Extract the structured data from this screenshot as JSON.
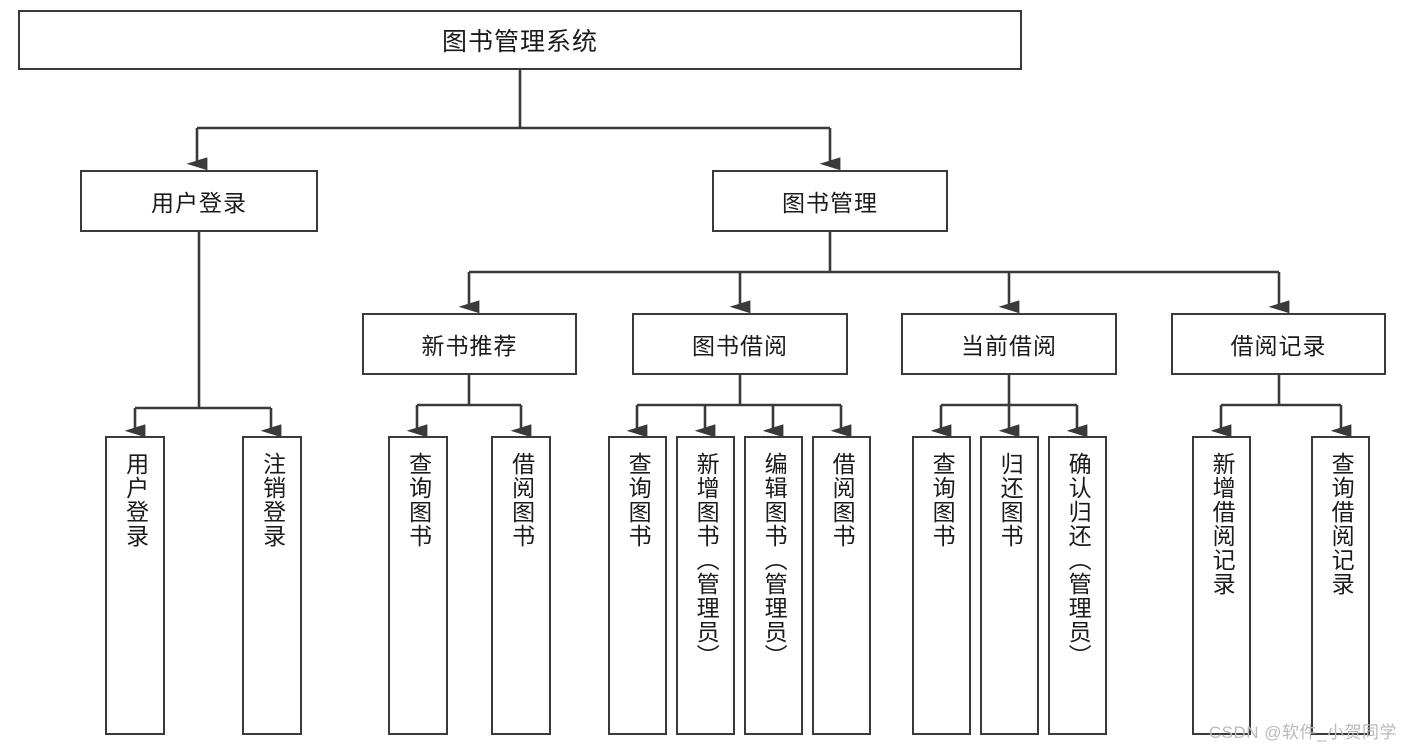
{
  "diagram": {
    "title": "图书管理系统",
    "type": "tree-hierarchy",
    "watermark": "CSDN @软件_小贺同学",
    "colors": {
      "box_border": "#3a3a3a",
      "box_fill": "#ffffff",
      "connector": "#3a3a3a",
      "text": "#1b1b1b",
      "watermark": "#b9b9b9"
    },
    "root": {
      "label": "图书管理系统"
    },
    "level2": [
      {
        "label": "用户登录"
      },
      {
        "label": "图书管理"
      }
    ],
    "level3": [
      {
        "label": "新书推荐"
      },
      {
        "label": "图书借阅"
      },
      {
        "label": "当前借阅"
      },
      {
        "label": "借阅记录"
      }
    ],
    "leaves": {
      "user_login": [
        {
          "label": "用户登录"
        },
        {
          "label": "注销登录"
        }
      ],
      "new_book_recommend": [
        {
          "label": "查询图书"
        },
        {
          "label": "借阅图书"
        }
      ],
      "book_borrow": [
        {
          "label": "查询图书"
        },
        {
          "label": "新增图书（管理员）"
        },
        {
          "label": "编辑图书（管理员）"
        },
        {
          "label": "借阅图书"
        }
      ],
      "current_borrow": [
        {
          "label": "查询图书"
        },
        {
          "label": "归还图书"
        },
        {
          "label": "确认归还（管理员）"
        }
      ],
      "borrow_record": [
        {
          "label": "新增借阅记录"
        },
        {
          "label": "查询借阅记录"
        }
      ]
    }
  }
}
